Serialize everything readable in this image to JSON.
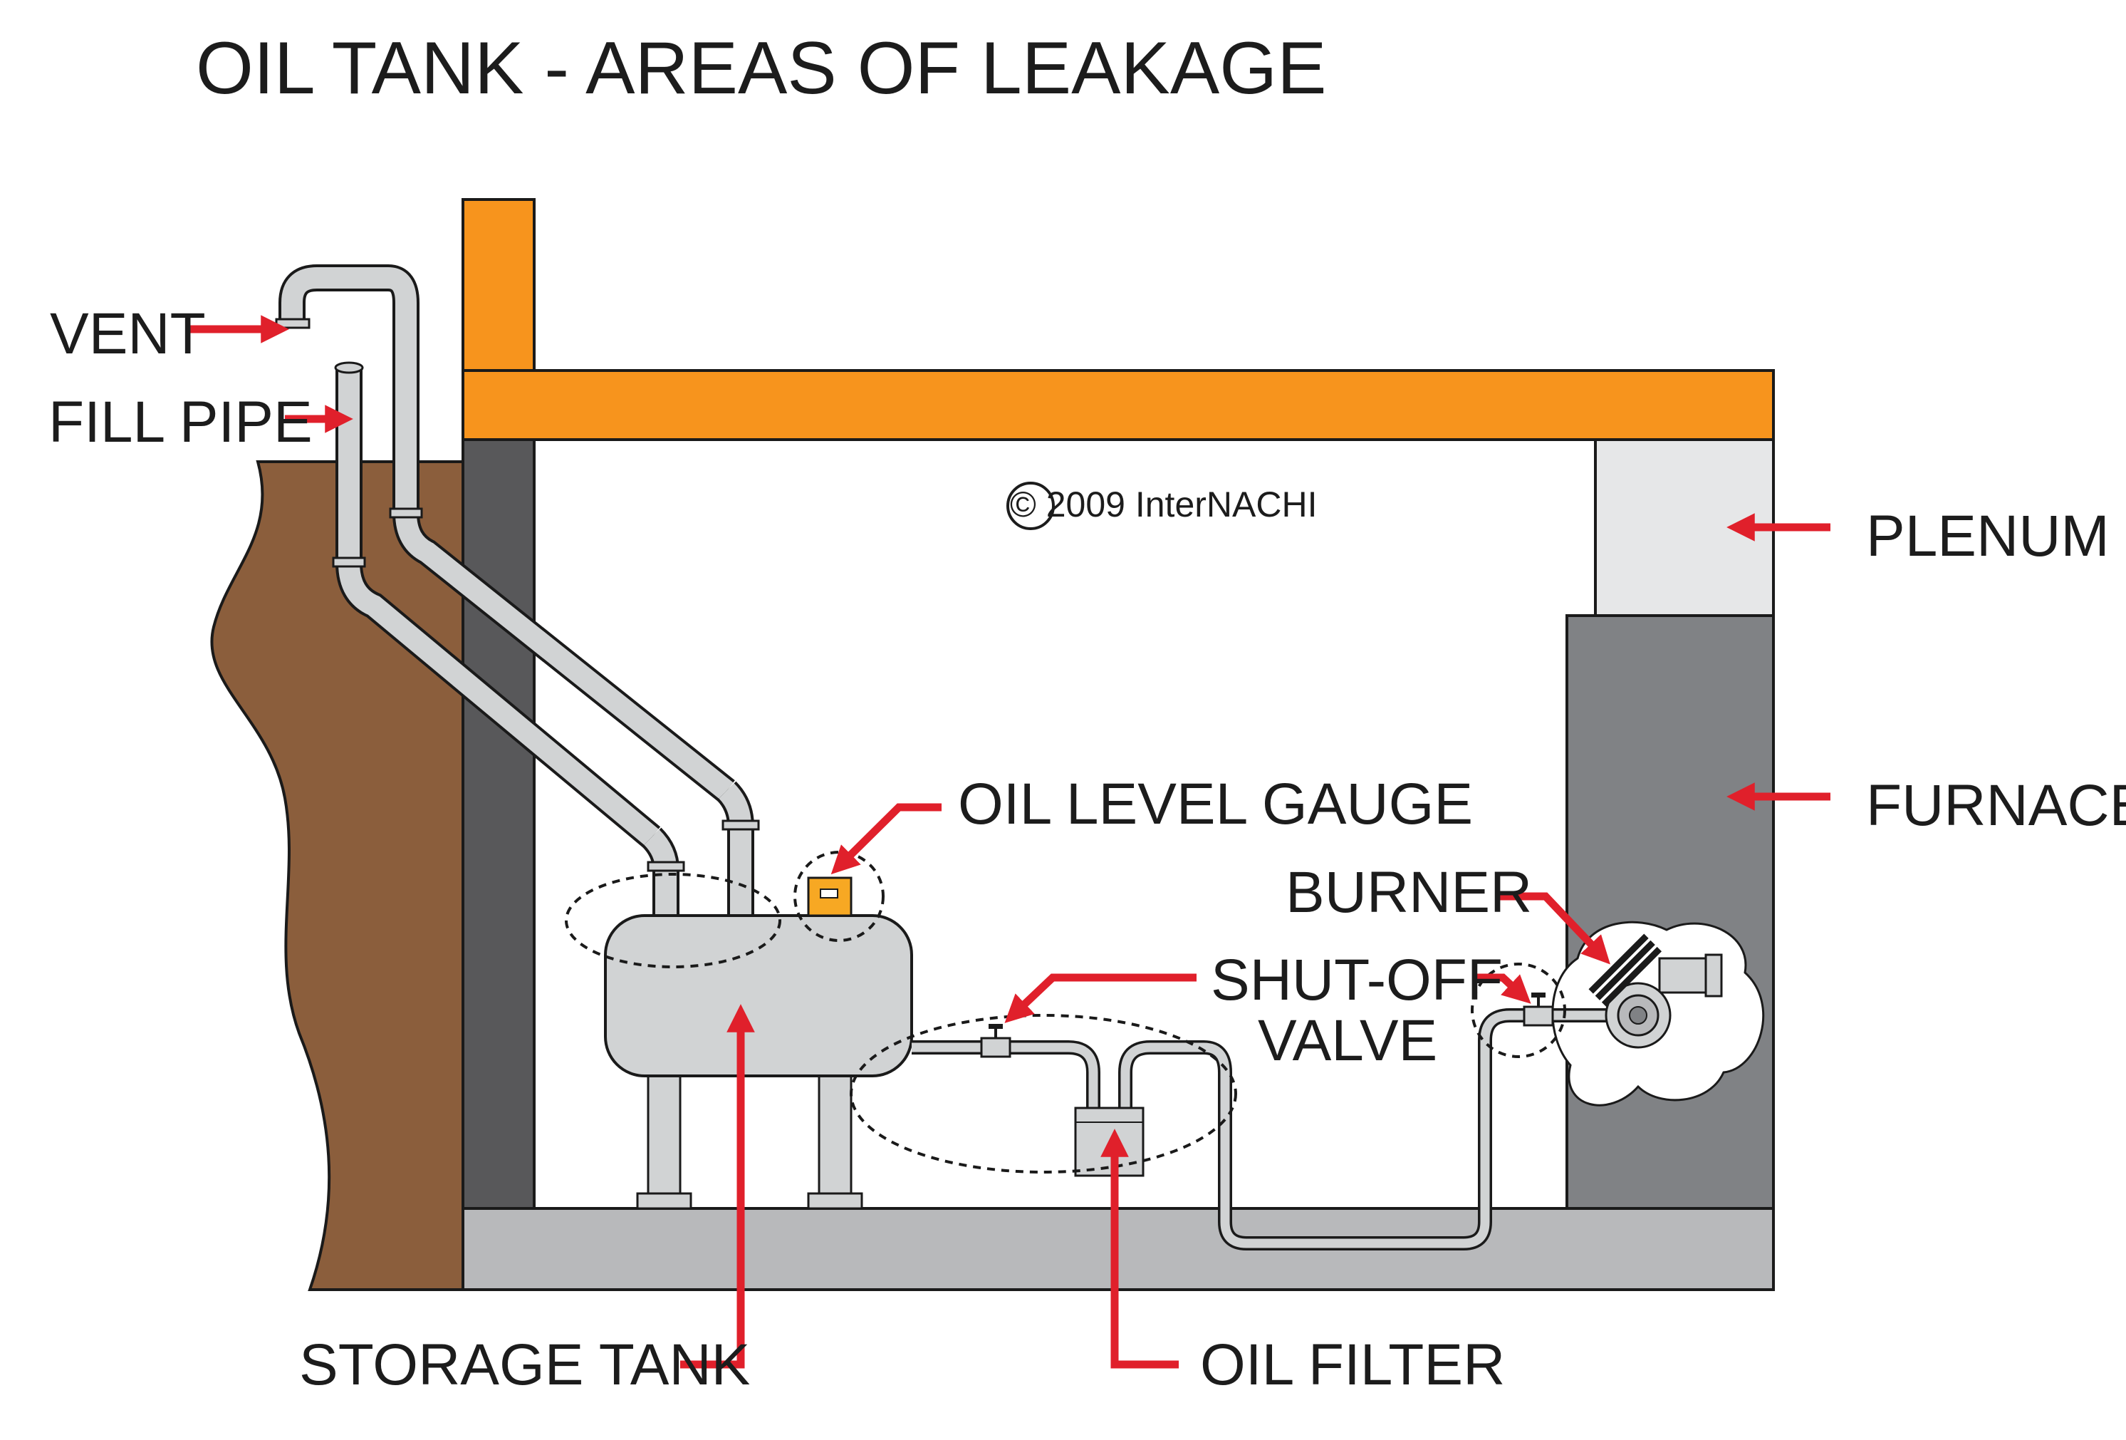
{
  "title": "OIL TANK - AREAS OF LEAKAGE",
  "copyright": "© 2009  InterNACHI",
  "labels": {
    "vent": "VENT",
    "fill_pipe": "FILL PIPE",
    "plenum": "PLENUM",
    "furnace": "FURNACE",
    "oil_level_gauge": "OIL LEVEL GAUGE",
    "burner": "BURNER",
    "shut_off_line1": "SHUT-OFF",
    "shut_off_line2": "VALVE",
    "storage_tank": "STORAGE TANK",
    "oil_filter": "OIL FILTER"
  },
  "colors": {
    "beam": "#F7941D",
    "soil": "#8B5E3C",
    "wall_dark": "#58585A",
    "floor": "#B8B9BB",
    "furnace": "#808285",
    "plenum": "#E6E7E8",
    "pipe": "#D1D3D4",
    "arrow": "#E0202B",
    "gauge": "#F7A823"
  }
}
